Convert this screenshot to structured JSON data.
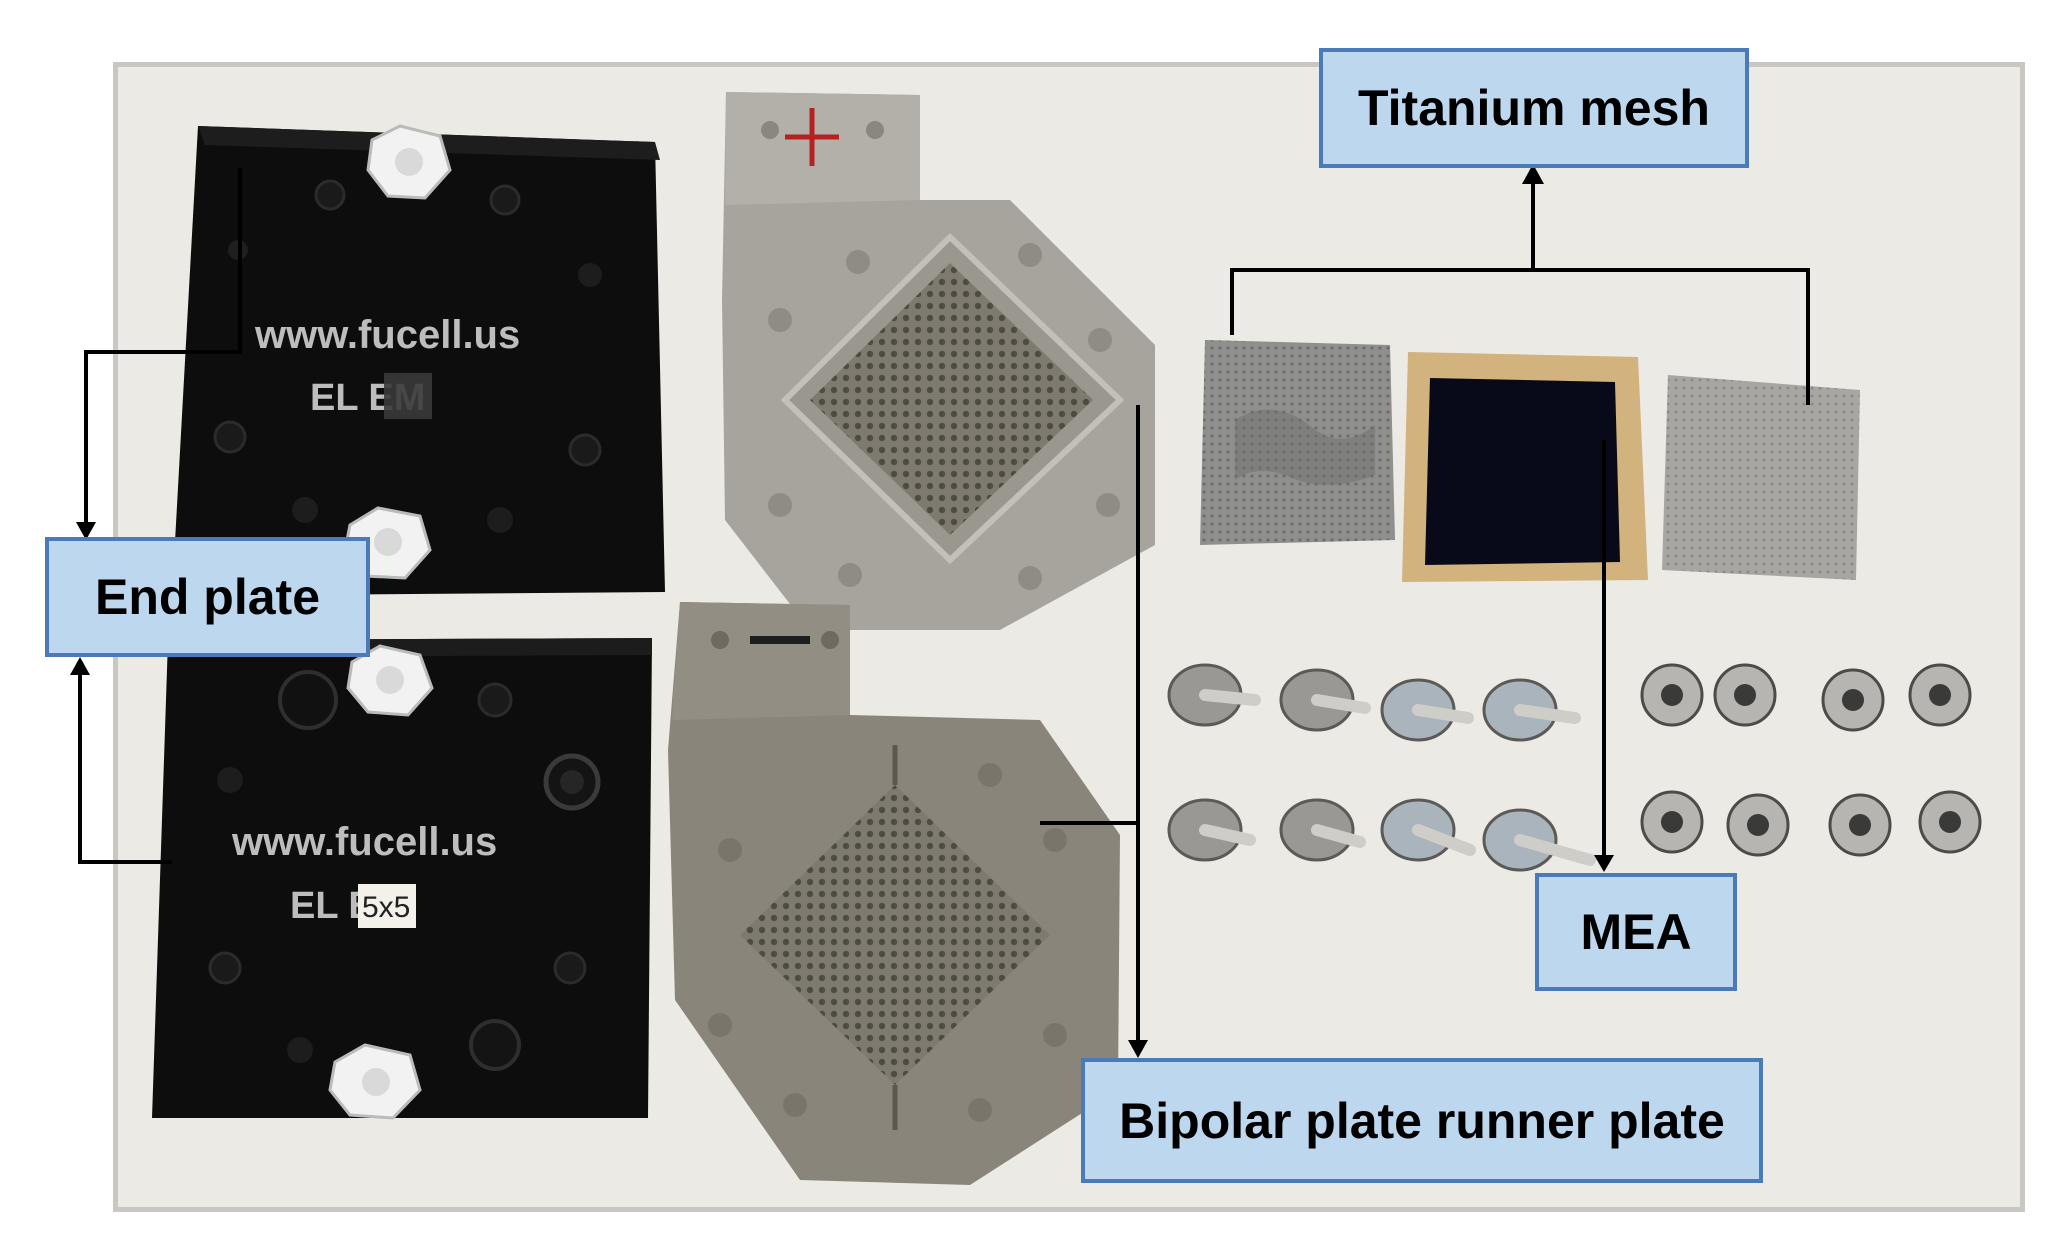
{
  "labels": {
    "end_plate": "End plate",
    "titanium_mesh": "Titanium mesh",
    "mea": "MEA",
    "bipolar_plate": "Bipolar plate runner plate"
  },
  "photo_text": {
    "website_top": "www.fucell.us",
    "model_top": "EL EM",
    "website_bottom": "www.fucell.us",
    "model_bottom": "EL EM",
    "tape_note": "5x5"
  },
  "colors": {
    "callout_fill": "#bdd7ee",
    "callout_border": "#4a7ab8",
    "end_plate": "#0d0d0d",
    "steel": "#a7a49d",
    "mea": "#080a1a"
  }
}
